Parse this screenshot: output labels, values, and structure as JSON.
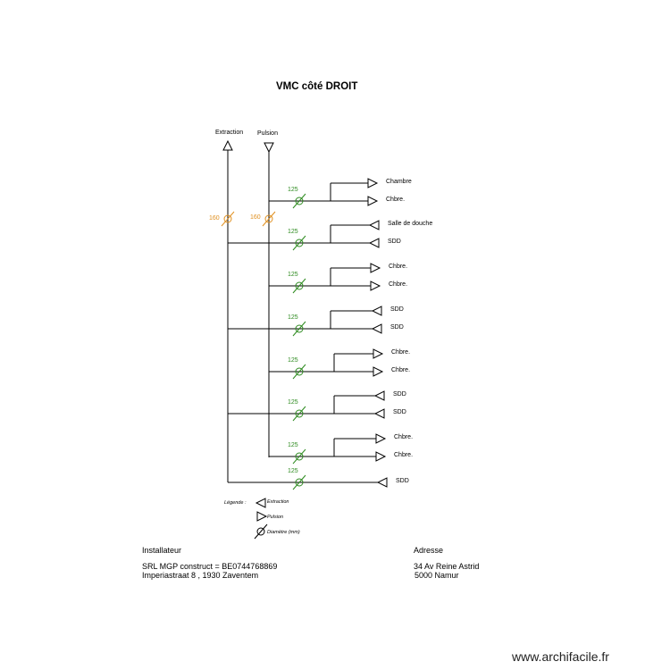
{
  "title": "VMC côté DROIT",
  "headers": {
    "extraction": "Extraction",
    "pulsion": "Pulsion"
  },
  "main_diameters": {
    "extraction": "160",
    "pulsion": "160"
  },
  "branch_diameter": "125",
  "branches": [
    {
      "diameter": "125",
      "main": "pulsion",
      "top": "Chambre",
      "bottom": "Chbre.",
      "top_type": "pulsion",
      "bottom_type": "pulsion"
    },
    {
      "diameter": "125",
      "main": "extraction",
      "top": "Salle de douche",
      "bottom": "SDD",
      "top_type": "extraction",
      "bottom_type": "extraction"
    },
    {
      "diameter": "125",
      "main": "pulsion",
      "top": "Chbre.",
      "bottom": "Chbre.",
      "top_type": "pulsion",
      "bottom_type": "pulsion"
    },
    {
      "diameter": "125",
      "main": "extraction",
      "top": "SDD",
      "bottom": "SDD",
      "top_type": "extraction",
      "bottom_type": "extraction"
    },
    {
      "diameter": "125",
      "main": "pulsion",
      "top": "Chbre.",
      "bottom": "Chbre.",
      "top_type": "pulsion",
      "bottom_type": "pulsion"
    },
    {
      "diameter": "125",
      "main": "extraction",
      "top": "SDD",
      "bottom": "SDD",
      "top_type": "extraction",
      "bottom_type": "extraction"
    },
    {
      "diameter": "125",
      "main": "pulsion",
      "top": "Chbre.",
      "bottom": "Chbre.",
      "top_type": "pulsion",
      "bottom_type": "pulsion"
    },
    {
      "diameter": "125",
      "main": "extraction",
      "top": null,
      "bottom": "SDD",
      "top_type": null,
      "bottom_type": "extraction"
    }
  ],
  "legend": {
    "title": "Légende :",
    "extraction": "Extraction",
    "pulsion": "Pulsion",
    "diameter": "Diamètre (mm)"
  },
  "installer": {
    "heading": "Installateur",
    "line1": "SRL MGP construct = BE0744768869",
    "line2": "Imperiastraat 8 , 1930 Zaventem"
  },
  "address": {
    "heading": "Adresse",
    "line1": "34 Av Reine Astrid",
    "line2": "5000 Namur"
  },
  "watermark": "www.archifacile.fr",
  "colors": {
    "diameter_branch": "#2e8b20",
    "diameter_main": "#e09020",
    "line": "#000000"
  }
}
